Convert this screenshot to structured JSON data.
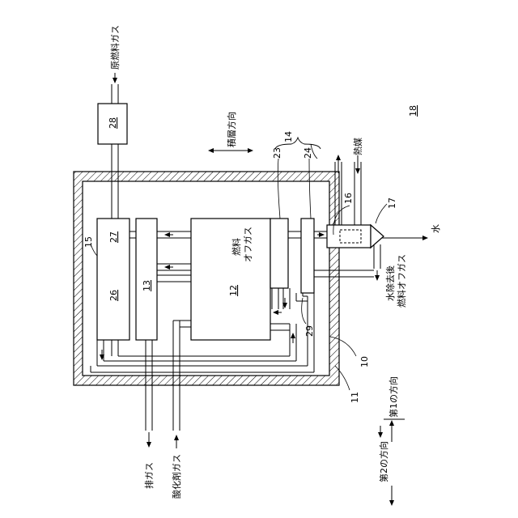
{
  "diagram": {
    "figure_number": "18",
    "labels": {
      "raw_fuel_gas": "原燃料ガス",
      "exhaust_gas": "排ガス",
      "oxidant_gas": "酸化剤ガス",
      "heat_medium": "熱媒",
      "water": "水",
      "fuel_offgas_line1": "燃料",
      "fuel_offgas_line2": "オフガス",
      "water_removed_line1": "水除去後",
      "water_removed_line2": "燃料オフガス",
      "stacking_direction": "積層方向",
      "first_direction": "第1の方向",
      "second_direction": "第2の方向"
    },
    "parts": {
      "p10": "10",
      "p11": "11",
      "p12": "12",
      "p13": "13",
      "p14": "14",
      "p15": "15",
      "p16": "16",
      "p17": "17",
      "p23": "23",
      "p24": "24",
      "p26": "26",
      "p27": "27",
      "p28": "28",
      "p29": "29"
    }
  }
}
